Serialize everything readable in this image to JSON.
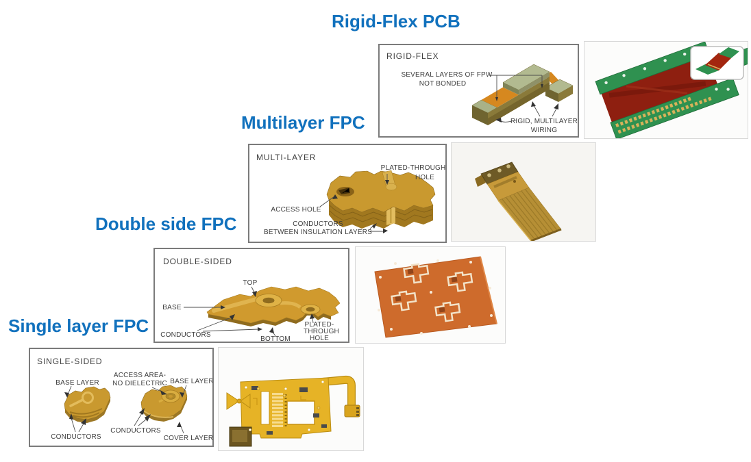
{
  "page": {
    "background": "#ffffff"
  },
  "colors": {
    "title_blue": "#1171bd",
    "box_border": "#7b7b7b",
    "label_text": "#3d3d3d",
    "diagram_gold": "#c9992f",
    "diagram_gold_side": "#9d7826",
    "diagram_orange": "#d6881f",
    "diagram_green": "#a9b287",
    "photo_pcb_green": "#2f9150",
    "photo_flex_red": "#8e1f10",
    "photo_sheet_orange": "#ce6b2c",
    "photo_board_yellow": "#e6b326"
  },
  "sections": {
    "rigid_flex": {
      "title": "Rigid-Flex PCB",
      "box_label": "RIGID-FLEX",
      "labels": {
        "fpw_line1": "SEVERAL LAYERS OF FPW",
        "fpw_line2": "NOT BONDED",
        "rigid_line1": "RIGID, MULTILAYER",
        "rigid_line2": "WIRING"
      }
    },
    "multilayer": {
      "title": "Multilayer FPC",
      "box_label": "MULTI-LAYER",
      "labels": {
        "plated_line1": "PLATED-THROUGH",
        "plated_line2": "HOLE",
        "access": "ACCESS HOLE",
        "conductors_line1": "CONDUCTORS",
        "conductors_line2": "BETWEEN INSULATION LAYERS"
      }
    },
    "double_side": {
      "title": "Double side FPC",
      "box_label": "DOUBLE-SIDED",
      "labels": {
        "top": "TOP",
        "base": "BASE",
        "conductors": "CONDUCTORS",
        "bottom": "BOTTOM",
        "plated_line1": "PLATED-",
        "plated_line2": "THROUGH",
        "plated_line3": "HOLE"
      }
    },
    "single_layer": {
      "title": "Single layer FPC",
      "box_label": "SINGLE-SIDED",
      "labels": {
        "base_left": "BASE LAYER",
        "access_line1": "ACCESS AREA-",
        "access_line2": "NO DIELECTRIC",
        "base_right": "BASE LAYER",
        "conductors_left": "CONDUCTORS",
        "conductors_right": "CONDUCTORS",
        "cover": "COVER LAYER"
      }
    }
  }
}
